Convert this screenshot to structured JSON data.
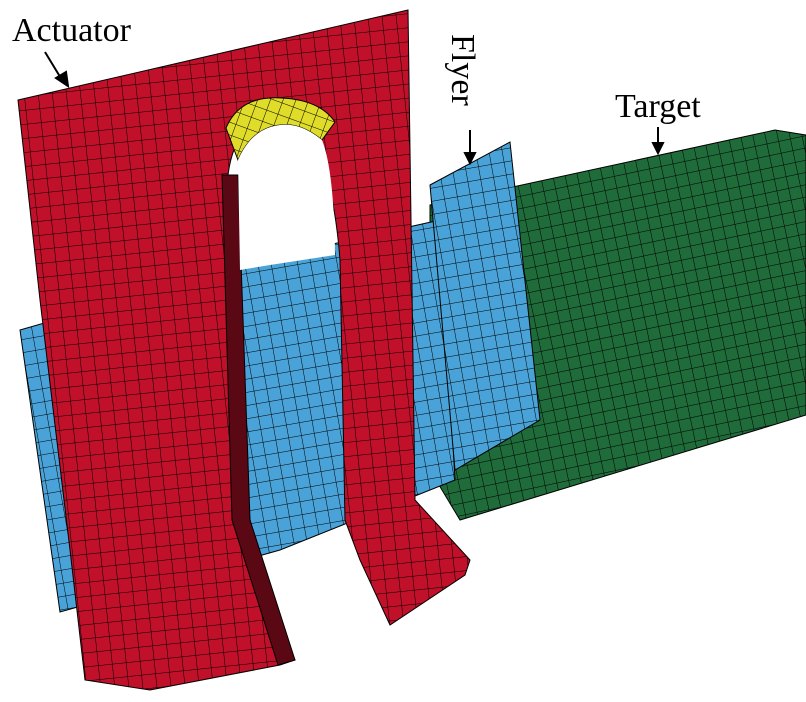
{
  "labels": {
    "actuator": "Actuator",
    "flyer": "Flyer",
    "target": "Target"
  },
  "colors": {
    "actuator": "#c0102a",
    "flyer": "#4aa3d8",
    "target": "#1f6b3a",
    "inner_rim": "#e0dc2a",
    "mesh_line": "#000000",
    "background": "#ffffff"
  }
}
